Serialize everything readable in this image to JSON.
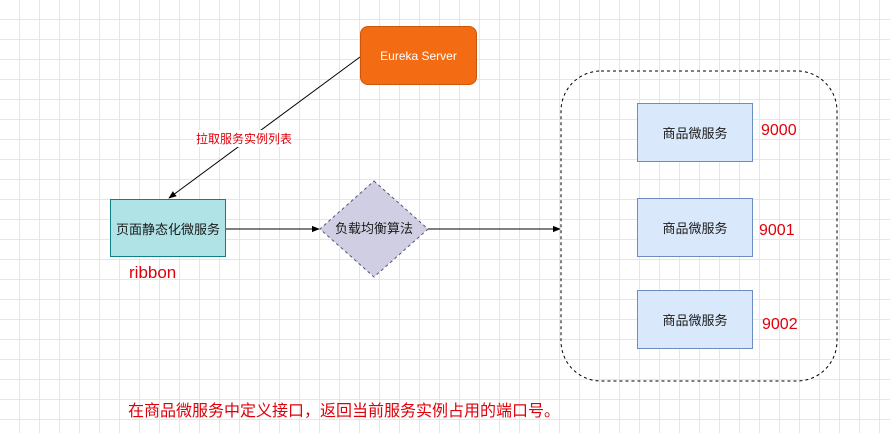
{
  "eureka_server": {
    "label": "Eureka Server"
  },
  "pull_label": "拉取服务实例列表",
  "static_service": {
    "label": "页面静态化微服务"
  },
  "ribbon_label": "ribbon",
  "load_balancer": {
    "label": "负载均衡算法"
  },
  "product_services": [
    {
      "label": "商品微服务",
      "port": "9000"
    },
    {
      "label": "商品微服务",
      "port": "9001"
    },
    {
      "label": "商品微服务",
      "port": "9002"
    }
  ],
  "note": "在商品微服务中定义接口，返回当前服务实例占用的端口号。",
  "colors": {
    "eureka_fill": "#f36b12",
    "static_service_fill": "#b0e3e6",
    "load_balancer_fill": "#d0cee2",
    "product_fill": "#dae8fc",
    "annotation_red": "#e0000a"
  }
}
